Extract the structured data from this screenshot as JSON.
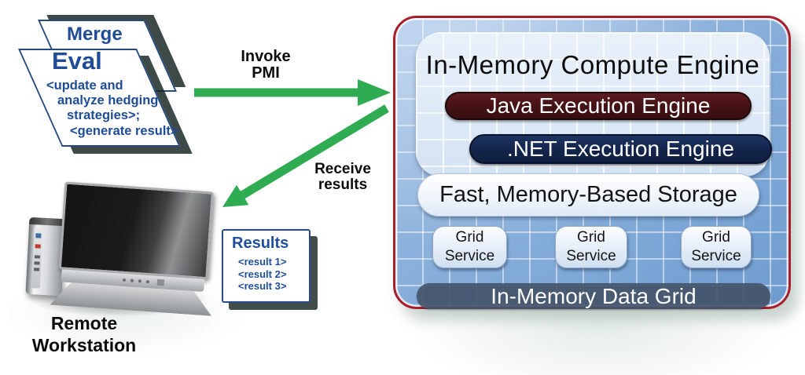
{
  "stack": {
    "merge_label": "Merge",
    "eval_label": "Eval",
    "eval_body": [
      "<update and",
      "analyze hedging",
      "strategies>;",
      "<generate result>"
    ]
  },
  "arrows": {
    "invoke": {
      "line1": "Invoke",
      "line2": "PMI"
    },
    "receive": {
      "line1": "Receive",
      "line2": "results"
    }
  },
  "workstation": {
    "label_line1": "Remote",
    "label_line2": "Workstation"
  },
  "results": {
    "title": "Results",
    "items": [
      "<result 1>",
      "<result 2>",
      "<result 3>"
    ]
  },
  "engine": {
    "title": "In-Memory Compute Engine",
    "java_label": "Java Execution Engine",
    "dotnet_label": ".NET Execution Engine",
    "storage_label": "Fast, Memory-Based Storage",
    "grid_services": [
      {
        "line1": "Grid",
        "line2": "Service"
      },
      {
        "line1": "Grid",
        "line2": "Service"
      },
      {
        "line1": "Grid",
        "line2": "Service"
      }
    ],
    "data_grid_label": "In-Memory Data Grid"
  },
  "colors": {
    "arrow_green": "#2FAB52",
    "engine_border_red": "#A81F2B",
    "navy_text": "#1F4C96",
    "java_pill": "#451316",
    "dotnet_pill": "#15294E",
    "data_grid_bar": "#49586E"
  }
}
